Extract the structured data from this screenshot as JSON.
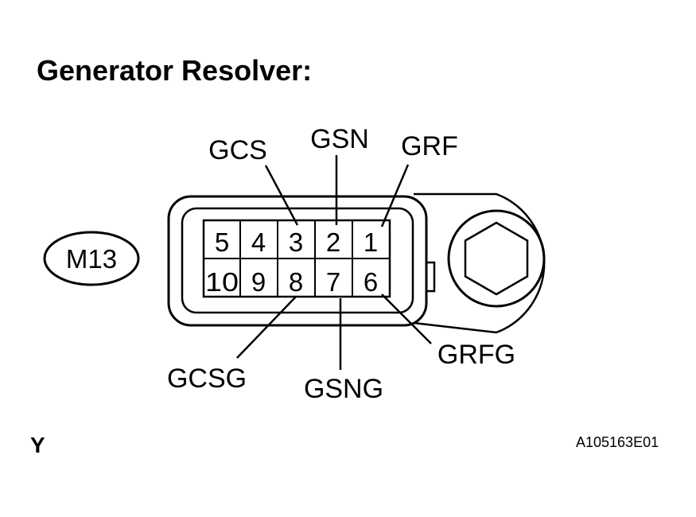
{
  "title": "Generator Resolver:",
  "connector_id": "M13",
  "pins_top": [
    "5",
    "4",
    "3",
    "2",
    "1"
  ],
  "pins_bottom": [
    "10",
    "9",
    "8",
    "7",
    "6"
  ],
  "terminal_labels": {
    "gcs": "GCS",
    "gsn": "GSN",
    "grf": "GRF",
    "gcsg": "GCSG",
    "gsng": "GSNG",
    "grfg": "GRFG"
  },
  "corner_left": "Y",
  "corner_right": "A105163E01"
}
